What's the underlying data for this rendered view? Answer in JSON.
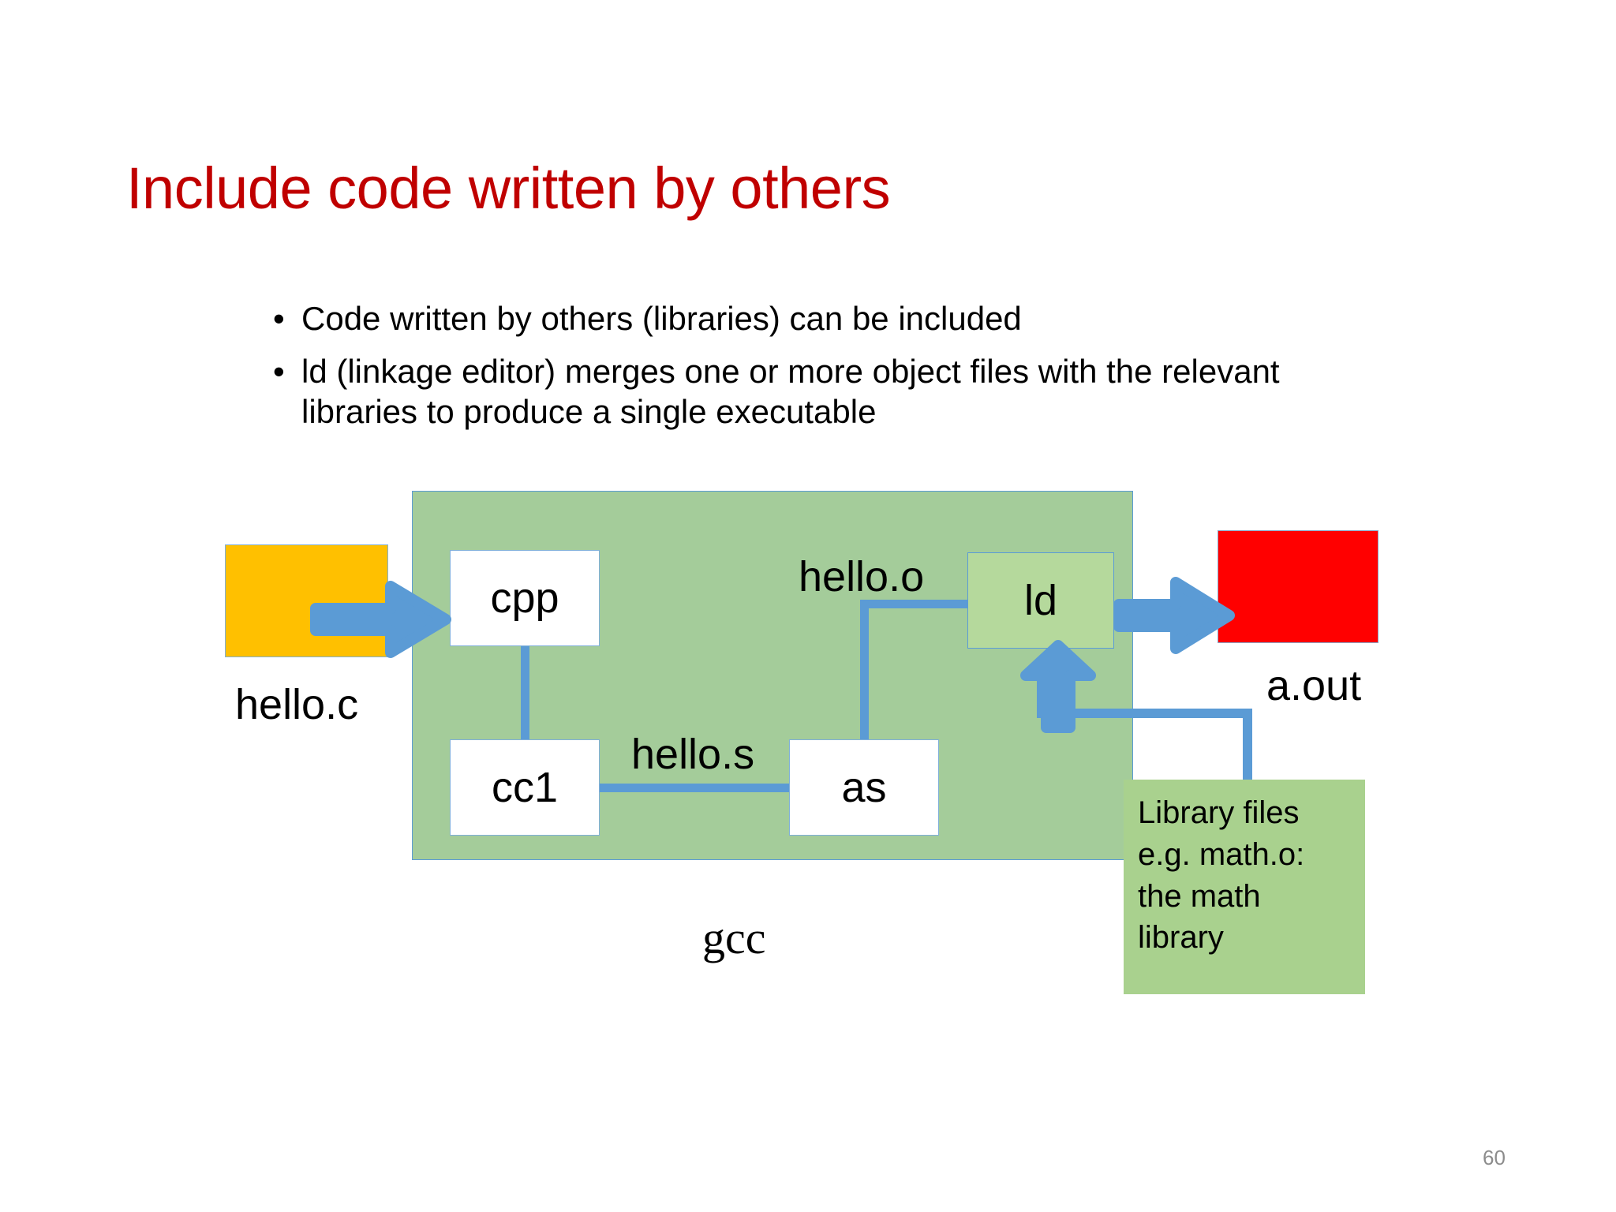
{
  "slide": {
    "title": "Include code written by others",
    "title_color": "#C00000",
    "page_number": "60"
  },
  "bullets": [
    {
      "marker": "•",
      "text": "Code written by others (libraries) can be included"
    },
    {
      "marker": "•",
      "text": " ld (linkage editor) merges one or more object files with the relevant libraries to produce a single executable"
    }
  ],
  "diagram": {
    "gcc_panel_label": "gcc",
    "panel_color": "#A4CC9A",
    "connector_color": "#5B9BD5",
    "nodes": [
      {
        "id": "cpp",
        "label": "cpp",
        "fill": "#FFFFFF"
      },
      {
        "id": "cc1",
        "label": "cc1",
        "fill": "#FFFFFF"
      },
      {
        "id": "as",
        "label": "as",
        "fill": "#FFFFFF"
      },
      {
        "id": "ld",
        "label": "ld",
        "fill": "#B5D99C"
      }
    ],
    "files": [
      {
        "id": "hello-c",
        "label": "hello.c",
        "fill": "#FFC000"
      },
      {
        "id": "a-out",
        "label": "a.out",
        "fill": "#FF0000"
      }
    ],
    "edge_labels": [
      {
        "id": "hello-s",
        "label": "hello.s"
      },
      {
        "id": "hello-o",
        "label": "hello.o"
      }
    ],
    "library_note": {
      "fill": "#A9D18E",
      "lines": [
        "Library files",
        "e.g. math.o:",
        "the math",
        "library"
      ]
    }
  }
}
